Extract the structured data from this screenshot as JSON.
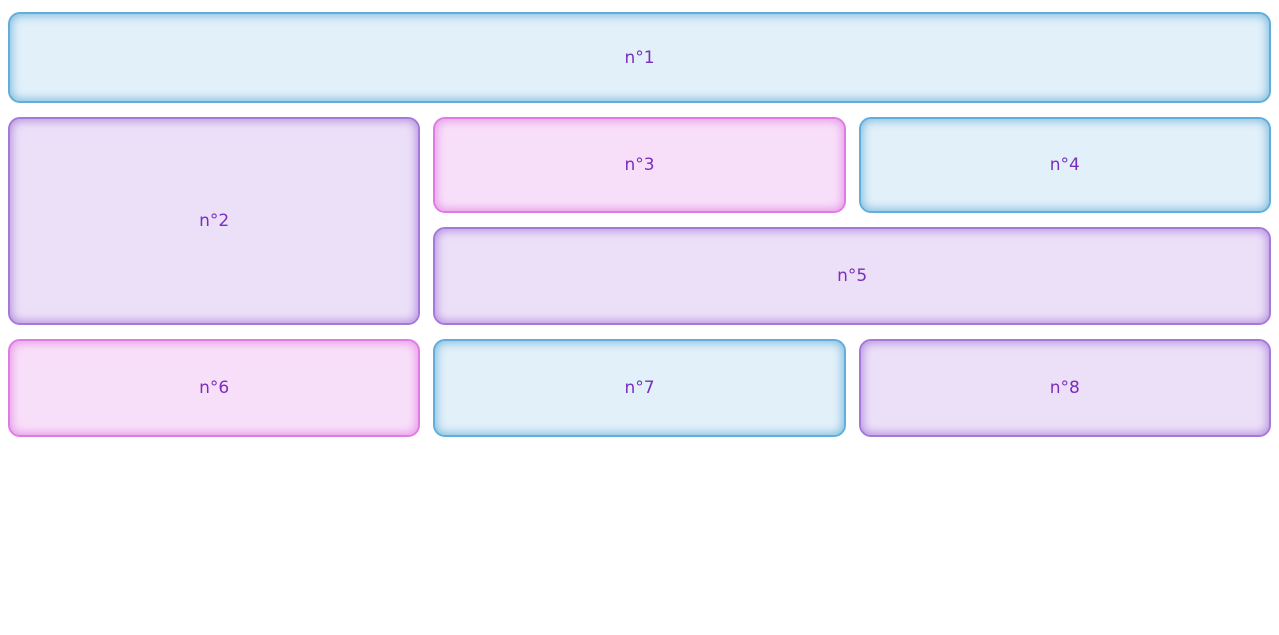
{
  "page": {
    "background": "#ffffff",
    "label_color": "#7b2dbe"
  },
  "themes": {
    "blue": {
      "border": "#62add9",
      "fill": "#e2f0f9",
      "glow": "rgba(98,173,217,0.75)"
    },
    "purple": {
      "border": "#a678d8",
      "fill": "#ece0f8",
      "glow": "rgba(166,120,216,0.75)"
    },
    "pink": {
      "border": "#df7ce3",
      "fill": "#f8dff9",
      "glow": "rgba(223,124,227,0.7)"
    }
  },
  "boxes": [
    {
      "label": "n°1",
      "theme": "blue"
    },
    {
      "label": "n°2",
      "theme": "purple"
    },
    {
      "label": "n°3",
      "theme": "pink"
    },
    {
      "label": "n°4",
      "theme": "blue"
    },
    {
      "label": "n°5",
      "theme": "purple"
    },
    {
      "label": "n°6",
      "theme": "pink"
    },
    {
      "label": "n°7",
      "theme": "blue"
    },
    {
      "label": "n°8",
      "theme": "purple"
    }
  ]
}
